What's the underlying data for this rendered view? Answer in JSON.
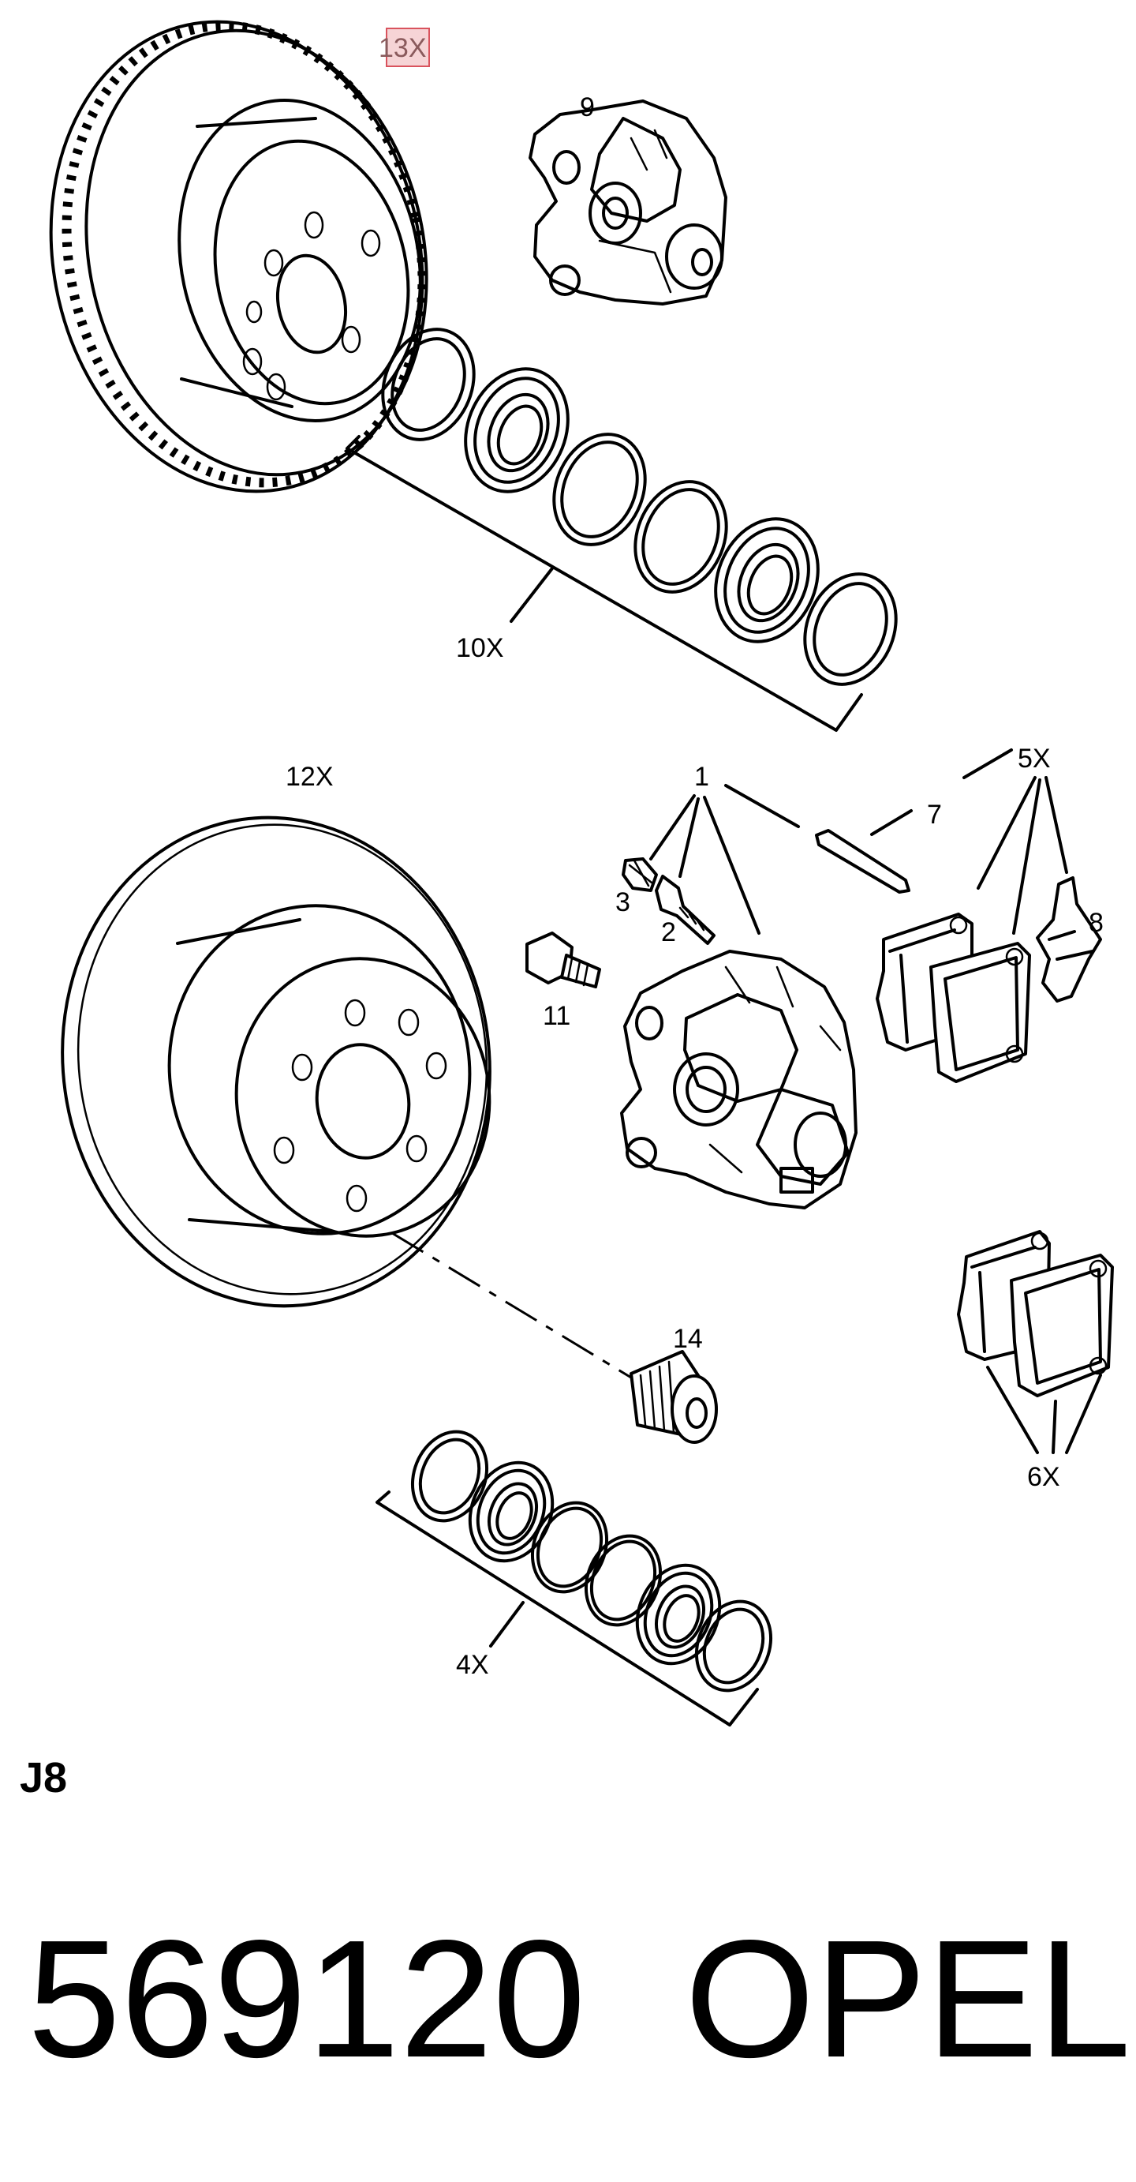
{
  "diagram": {
    "callouts": {
      "c13x": "13X",
      "c9": "9",
      "c10x": "10X",
      "c12x": "12X",
      "c1": "1",
      "c5x": "5X",
      "c7": "7",
      "c3": "3",
      "c2": "2",
      "c8": "8",
      "c11": "11",
      "c14": "14",
      "c6x": "6X",
      "c4x": "4X"
    },
    "section_code": "J8",
    "part_number": "569120",
    "brand": "OPEL",
    "highlight_color": "#f6d4d6"
  }
}
